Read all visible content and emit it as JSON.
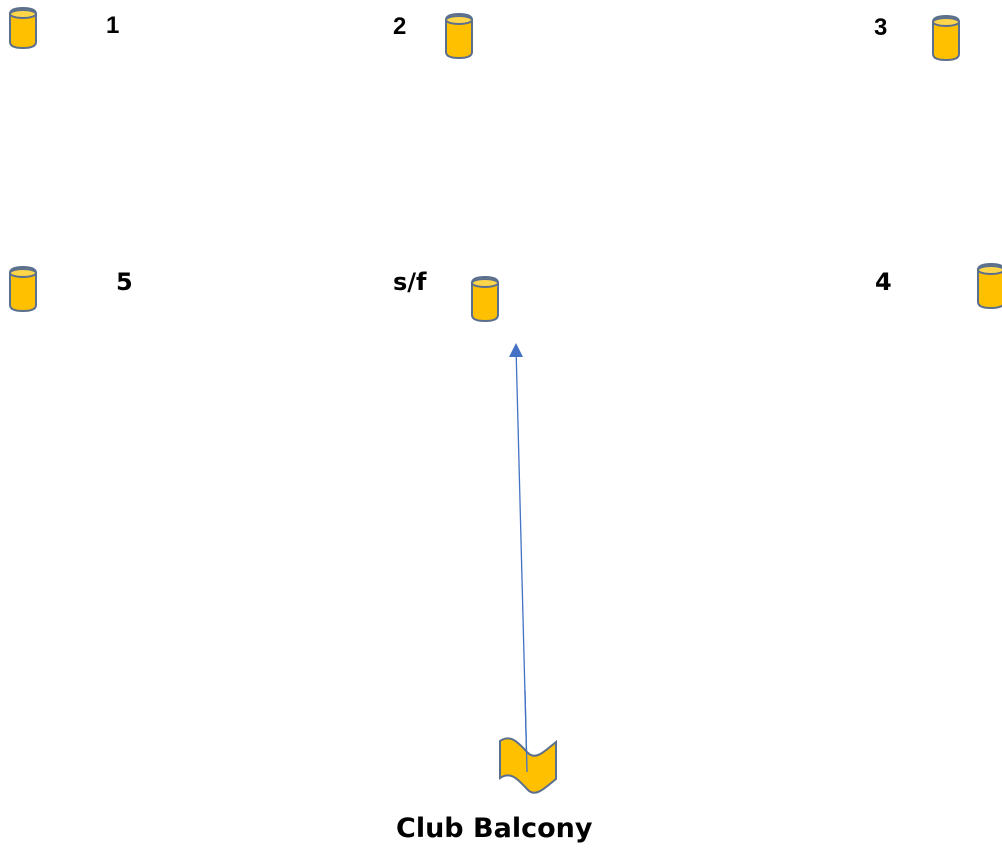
{
  "drill": {
    "colors": {
      "marker_fill": "#FFC000",
      "marker_stroke": "#5B6F8E",
      "arrow": "#4472C4",
      "text": "#000000"
    },
    "cones": [
      {
        "id": "1",
        "label": "1",
        "icon": "cone-icon"
      },
      {
        "id": "2",
        "label": "2",
        "icon": "cone-icon"
      },
      {
        "id": "3",
        "label": "3",
        "icon": "cone-icon"
      },
      {
        "id": "5",
        "label": "5",
        "icon": "cone-icon"
      },
      {
        "id": "sf",
        "label": "s/f",
        "icon": "cone-icon"
      },
      {
        "id": "4",
        "label": "4",
        "icon": "cone-icon"
      }
    ],
    "start": {
      "icon": "flag-icon",
      "label": "Club Balcony"
    },
    "route": {
      "from": "start",
      "to": "sf"
    }
  }
}
